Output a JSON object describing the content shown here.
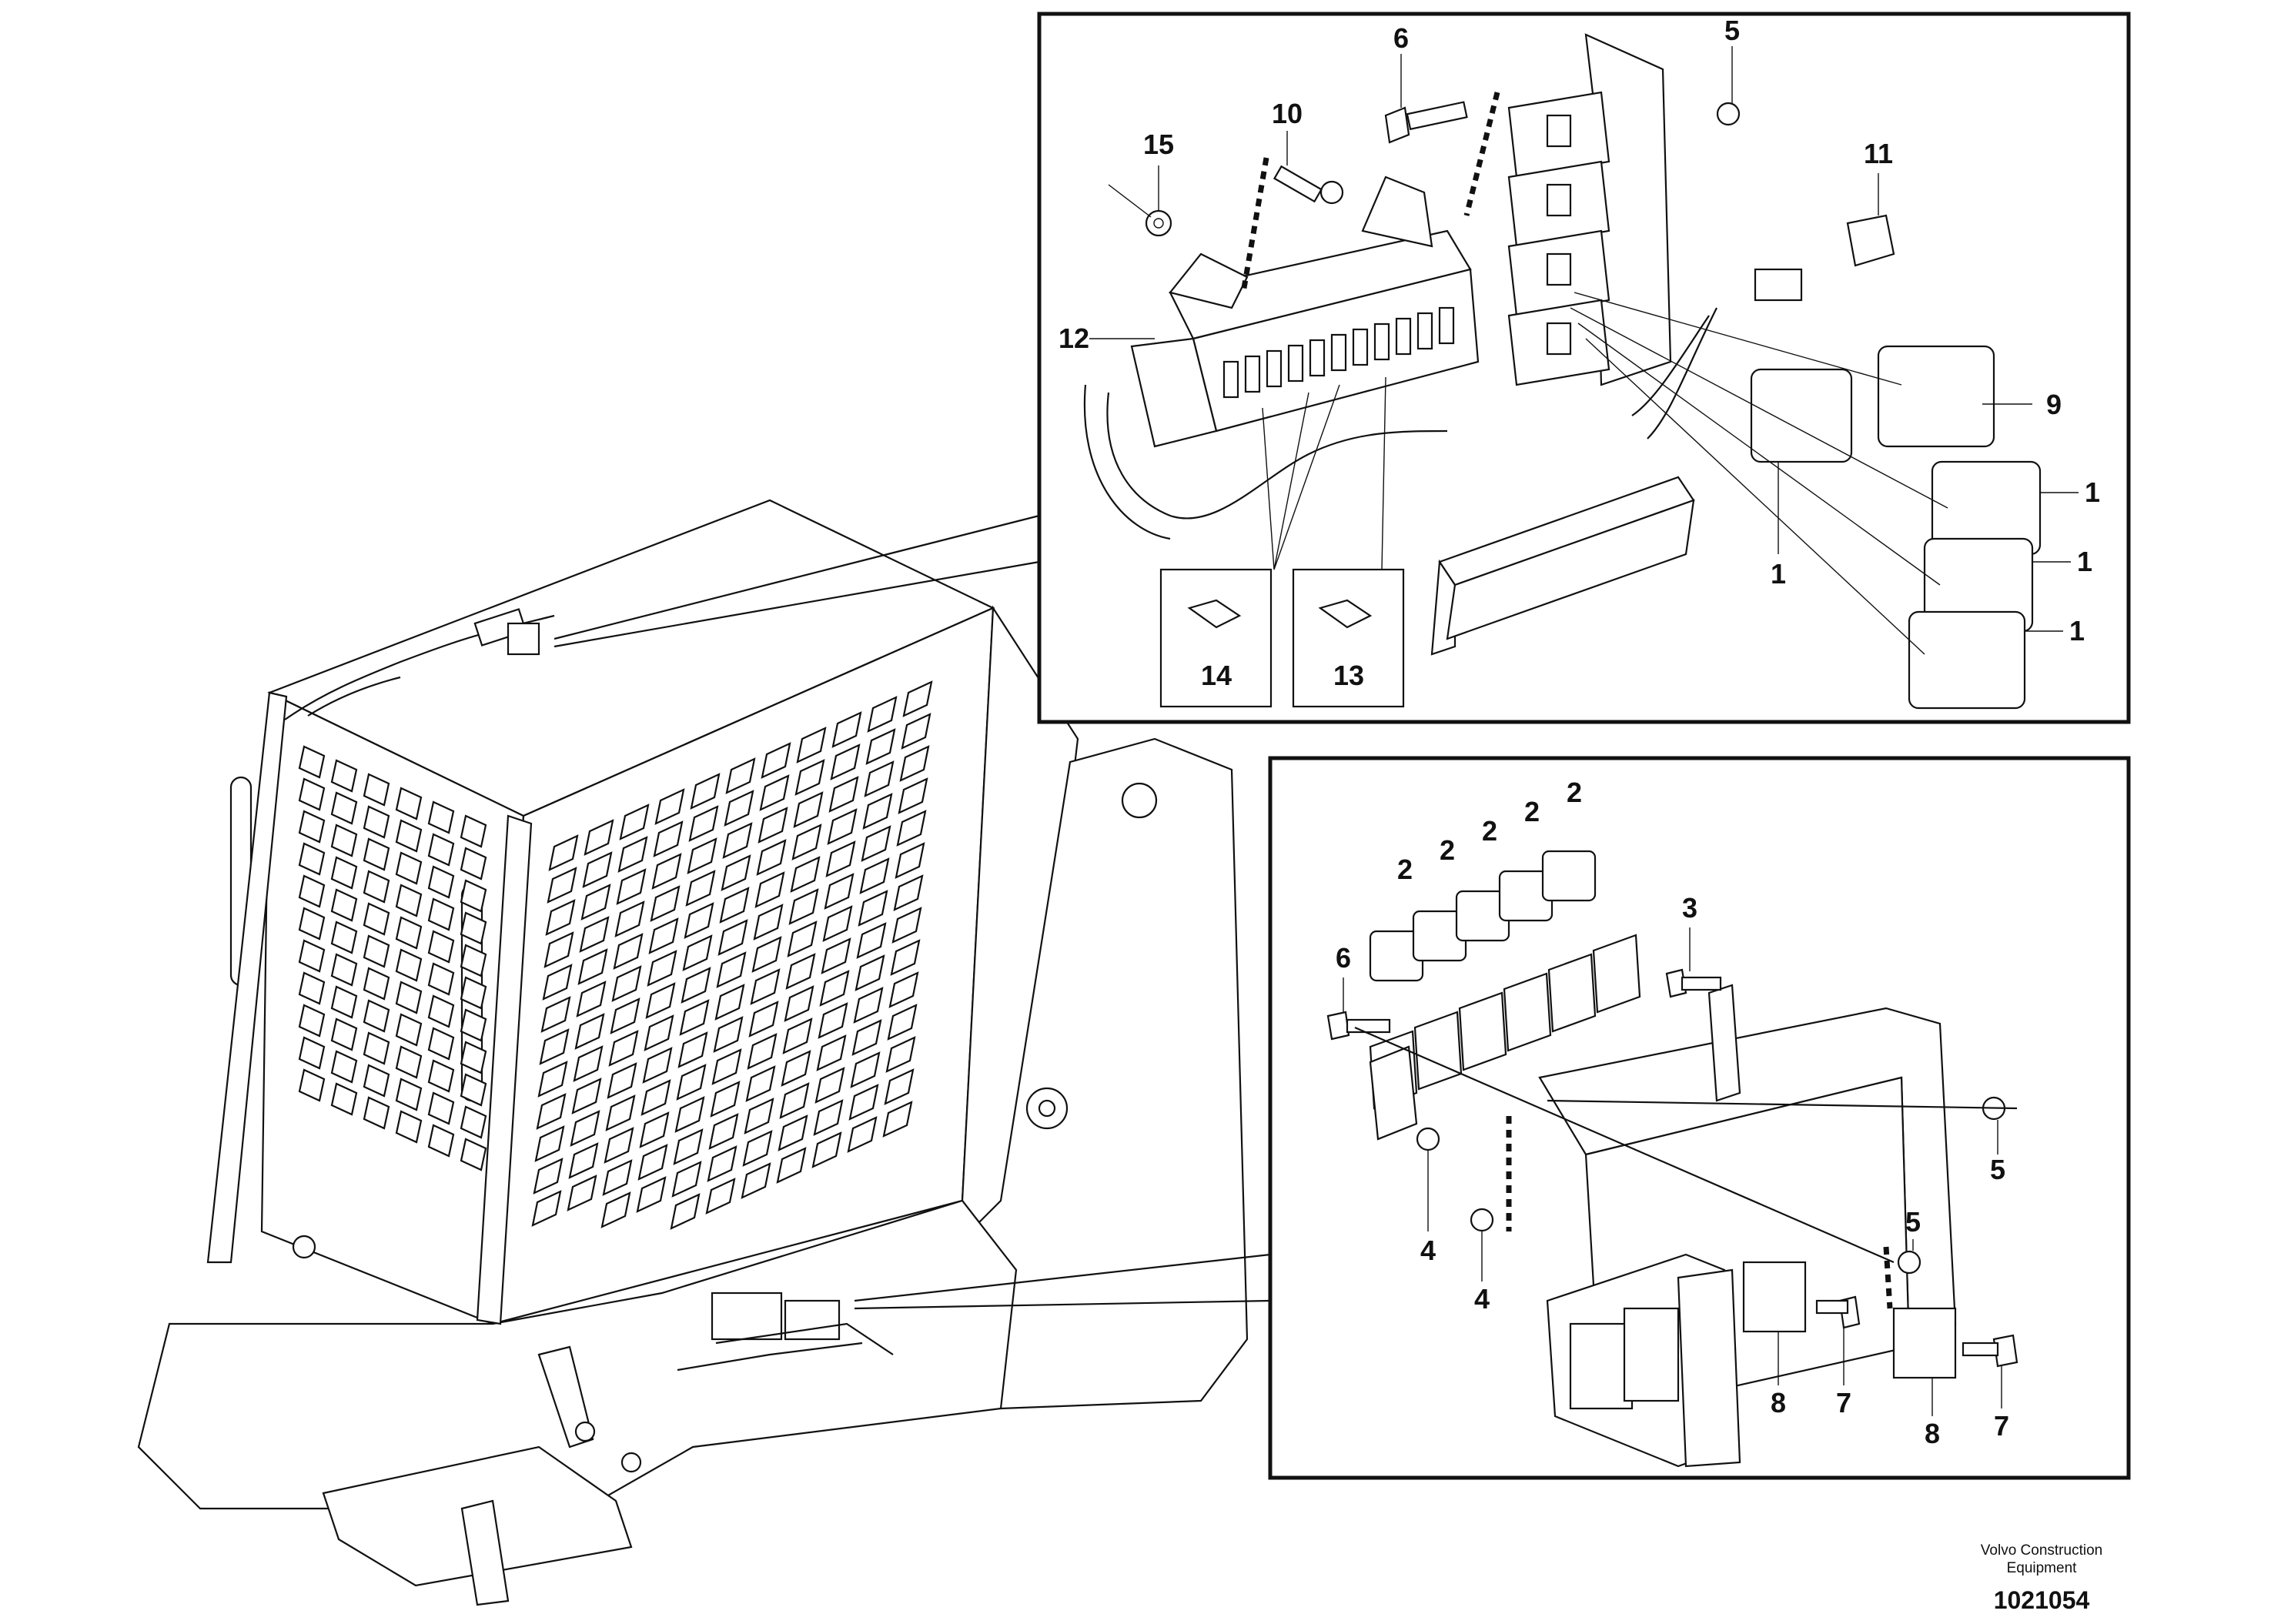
{
  "callouts": {
    "top_inset": [
      "6",
      "5",
      "10",
      "15",
      "11",
      "12",
      "9",
      "1",
      "1",
      "1",
      "1",
      "14",
      "13"
    ],
    "bottom_inset": [
      "2",
      "2",
      "2",
      "2",
      "2",
      "3",
      "6",
      "5",
      "5",
      "4",
      "4",
      "7",
      "7",
      "8",
      "8"
    ]
  },
  "credit": {
    "company_line1": "Volvo Construction",
    "company_line2": "Equipment",
    "drawing_number": "1021054"
  }
}
